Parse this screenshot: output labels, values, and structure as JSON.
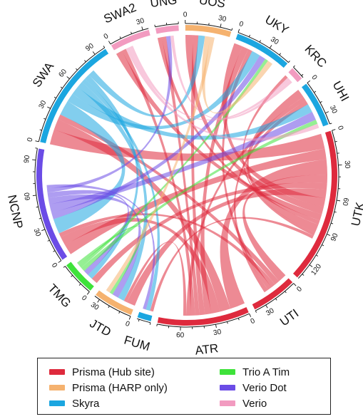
{
  "colors": {
    "prisma_hub": "#de2a3d",
    "prisma_harp": "#f5b26f",
    "skyra": "#1ba6e0",
    "trio": "#3ee23a",
    "verio_dot": "#6b4ce6",
    "verio": "#f29bc0"
  },
  "chart_data": {
    "type": "chord",
    "sites": [
      {
        "id": "UTK",
        "label": "UTK",
        "scanner": "prisma_hub",
        "total": 135,
        "ticks": [
          0,
          30,
          60,
          90,
          120
        ]
      },
      {
        "id": "UTI",
        "label": "UTI",
        "scanner": "prisma_hub",
        "total": 40,
        "ticks": [
          0,
          30
        ]
      },
      {
        "id": "ATR",
        "label": "ATR",
        "scanner": "prisma_hub",
        "total": 80,
        "ticks": [
          0,
          30,
          60
        ]
      },
      {
        "id": "FUM",
        "label": "FUM",
        "scanner": "skyra",
        "total": 12,
        "ticks": []
      },
      {
        "id": "JTD",
        "label": "JTD",
        "scanner": "prisma_harp",
        "total": 35,
        "ticks": [
          0,
          30
        ]
      },
      {
        "id": "TMG",
        "label": "TMG",
        "scanner": "trio",
        "total": 30,
        "ticks": [
          0
        ]
      },
      {
        "id": "NCNP",
        "label": "NCNP",
        "scanner": "verio_dot",
        "total": 100,
        "ticks": [
          0,
          30,
          60,
          90
        ]
      },
      {
        "id": "SWA",
        "label": "SWA",
        "scanner": "skyra",
        "total": 100,
        "ticks": [
          0,
          30,
          60,
          90
        ]
      },
      {
        "id": "SWA2",
        "label": "SWA2",
        "scanner": "verio",
        "total": 35,
        "ticks": [
          0,
          30
        ]
      },
      {
        "id": "UNG",
        "label": "UNG",
        "scanner": "verio",
        "total": 20,
        "ticks": []
      },
      {
        "id": "UOS",
        "label": "UOS",
        "scanner": "prisma_harp",
        "total": 40,
        "ticks": [
          0,
          30
        ]
      },
      {
        "id": "UKY",
        "label": "UKY",
        "scanner": "skyra",
        "total": 50,
        "ticks": [
          0,
          30
        ]
      },
      {
        "id": "KRC",
        "label": "KRC",
        "scanner": "verio",
        "total": 12,
        "ticks": []
      },
      {
        "id": "UHI",
        "label": "UHI",
        "scanner": "skyra",
        "total": 40,
        "ticks": [
          0,
          30
        ]
      }
    ],
    "links": [
      {
        "source": "UTK",
        "target": "SWA",
        "value": 14
      },
      {
        "source": "UTK",
        "target": "NCNP",
        "value": 10
      },
      {
        "source": "UTK",
        "target": "ATR",
        "value": 14
      },
      {
        "source": "UTK",
        "target": "UTI",
        "value": 8
      },
      {
        "source": "UTK",
        "target": "TMG",
        "value": 6
      },
      {
        "source": "UTK",
        "target": "JTD",
        "value": 8
      },
      {
        "source": "UTK",
        "target": "UKY",
        "value": 8
      },
      {
        "source": "UTK",
        "target": "UOS",
        "value": 7
      },
      {
        "source": "UTK",
        "target": "SWA2",
        "value": 6
      },
      {
        "source": "UTK",
        "target": "UNG",
        "value": 4
      },
      {
        "source": "UTK",
        "target": "UHI",
        "value": 8
      },
      {
        "source": "UTK",
        "target": "KRC",
        "value": 3
      },
      {
        "source": "UTK",
        "target": "FUM",
        "value": 3
      },
      {
        "source": "ATR",
        "target": "SWA",
        "value": 10
      },
      {
        "source": "ATR",
        "target": "NCNP",
        "value": 8
      },
      {
        "source": "ATR",
        "target": "UKY",
        "value": 6
      },
      {
        "source": "ATR",
        "target": "UOS",
        "value": 5
      },
      {
        "source": "ATR",
        "target": "UNG",
        "value": 4
      },
      {
        "source": "ATR",
        "target": "SWA2",
        "value": 4
      },
      {
        "source": "ATR",
        "target": "UHI",
        "value": 4
      },
      {
        "source": "ATR",
        "target": "JTD",
        "value": 3
      },
      {
        "source": "UTI",
        "target": "SWA",
        "value": 5
      },
      {
        "source": "UTI",
        "target": "NCNP",
        "value": 4
      },
      {
        "source": "UTI",
        "target": "UKY",
        "value": 4
      },
      {
        "source": "UTI",
        "target": "UHI",
        "value": 4
      },
      {
        "source": "SWA",
        "target": "NCNP",
        "value": 14
      },
      {
        "source": "SWA",
        "target": "UKY",
        "value": 8
      },
      {
        "source": "SWA",
        "target": "UHI",
        "value": 8
      },
      {
        "source": "SWA",
        "target": "JTD",
        "value": 6
      },
      {
        "source": "SWA",
        "target": "FUM",
        "value": 4
      },
      {
        "source": "SWA",
        "target": "TMG",
        "value": 5
      },
      {
        "source": "SWA",
        "target": "UOS",
        "value": 6
      },
      {
        "source": "NCNP",
        "target": "UKY",
        "value": 6
      },
      {
        "source": "NCNP",
        "target": "UHI",
        "value": 8
      },
      {
        "source": "NCNP",
        "target": "JTD",
        "value": 6
      },
      {
        "source": "NCNP",
        "target": "TMG",
        "value": 5
      },
      {
        "source": "NCNP",
        "target": "UNG",
        "value": 4
      },
      {
        "source": "NCNP",
        "target": "FUM",
        "value": 3
      },
      {
        "source": "TMG",
        "target": "UHI",
        "value": 4
      },
      {
        "source": "TMG",
        "target": "UKY",
        "value": 3
      },
      {
        "source": "TMG",
        "target": "JTD",
        "value": 3
      },
      {
        "source": "UOS",
        "target": "UKY",
        "value": 5
      },
      {
        "source": "UOS",
        "target": "JTD",
        "value": 4
      },
      {
        "source": "SWA2",
        "target": "UHI",
        "value": 4
      },
      {
        "source": "SWA2",
        "target": "KRC",
        "value": 3
      },
      {
        "source": "UNG",
        "target": "KRC",
        "value": 3
      }
    ]
  },
  "legend": [
    {
      "label": "Prisma (Hub site)",
      "color_key": "prisma_hub"
    },
    {
      "label": "Trio A Tim",
      "color_key": "trio"
    },
    {
      "label": "Prisma (HARP only)",
      "color_key": "prisma_harp"
    },
    {
      "label": "Verio Dot",
      "color_key": "verio_dot"
    },
    {
      "label": "Skyra",
      "color_key": "skyra"
    },
    {
      "label": "Verio",
      "color_key": "verio"
    }
  ]
}
